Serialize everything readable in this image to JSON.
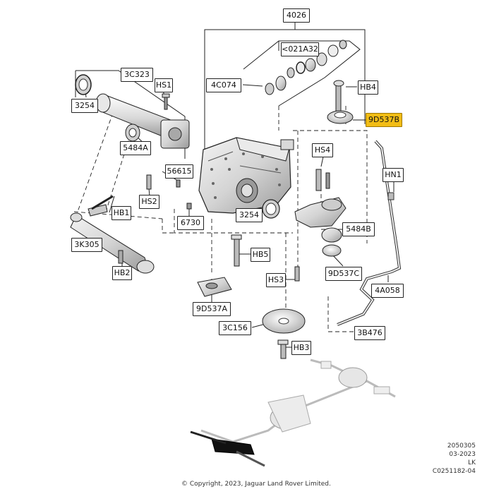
{
  "callouts": {
    "c4026": "4026",
    "c021a32": "<021A32",
    "c4c074": "4C074",
    "c3c323": "3C323",
    "chs1": "HS1",
    "c3254a": "3254",
    "c5484a": "5484A",
    "chb4": "HB4",
    "c9d537b": "9D537B",
    "chs4": "HS4",
    "chn1": "HN1",
    "c56615": "56615",
    "chs2": "HS2",
    "chb1": "HB1",
    "c3254b": "3254",
    "c6730": "6730",
    "c5484b": "5484B",
    "c3k305": "3K305",
    "chb5": "HB5",
    "c9d537c": "9D537C",
    "chb2": "HB2",
    "chs3": "HS3",
    "c4a058": "4A058",
    "c9d537a": "9D537A",
    "c3c156": "3C156",
    "c3b476": "3B476",
    "chb3": "HB3"
  },
  "highlight_color": "#f2bd16",
  "footer": {
    "copyright": "© Copyright, 2023, Jaguar Land Rover Limited.",
    "ref1": "2050305",
    "ref2": "03-2023",
    "ref3": "LK",
    "ref4": "C0251182-04"
  }
}
